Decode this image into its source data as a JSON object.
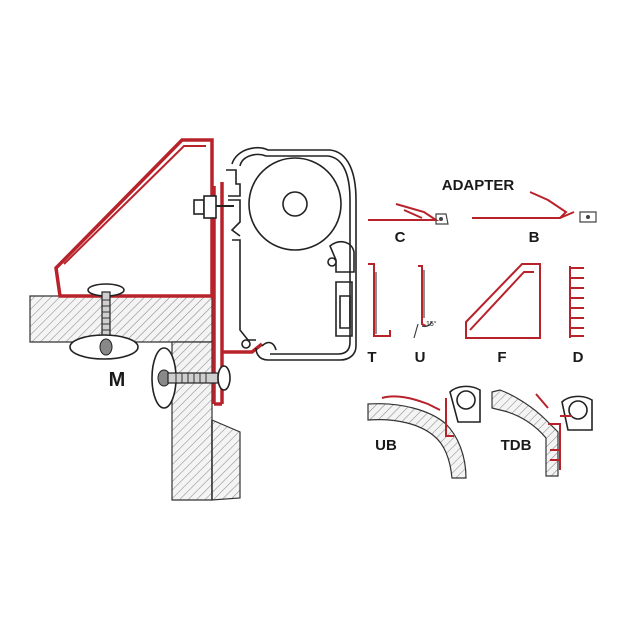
{
  "labels": {
    "main": "M",
    "adapter_heading": "ADAPTER",
    "c": "C",
    "b": "B",
    "t": "T",
    "u": "U",
    "f": "F",
    "d": "D",
    "ub": "UB",
    "tdb": "TDB",
    "angle": "15°"
  },
  "colors": {
    "bracket_red": "#b8222b",
    "outline": "#222222",
    "background": "#ffffff"
  }
}
